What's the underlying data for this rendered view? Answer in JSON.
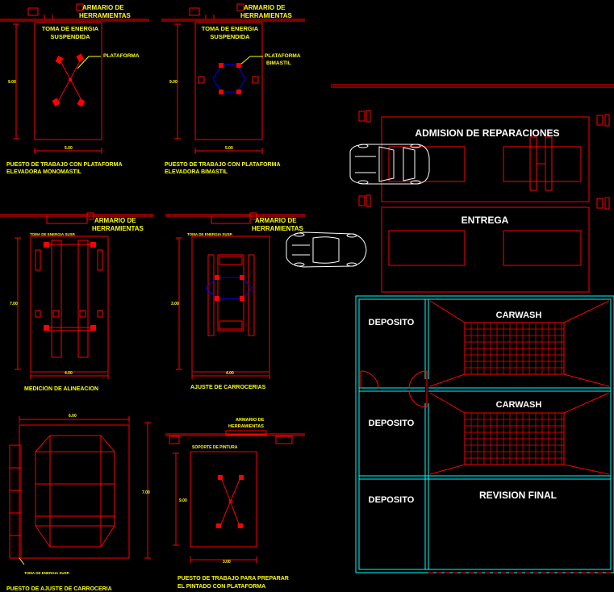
{
  "labels": {
    "armario1": "ARMARIO DE",
    "armario2": "HERRAMIENTAS",
    "toma1": "TOMA DE ENERGIA",
    "toma2": "SUSPENDIDA",
    "plataforma": "PLATAFORMA",
    "plataforma_bimastil_1": "PLATAFORMA",
    "plataforma_bimastil_2": "BIMASTIL",
    "dim_900": "9.00",
    "dim_500": "5.00",
    "dim_700": "7.00",
    "dim_400": "4.00",
    "dim_600": "6.00",
    "dim_300": "3.00",
    "cap_mono_1": "PUESTO DE TRABAJO CON PLATAFORMA",
    "cap_mono_2": "ELEVADORA MONOMASTIL",
    "cap_bi_1": "PUESTO DE TRABAJO CON PLATAFORMA",
    "cap_bi_2": "ELEVADORA BIMASTIL",
    "toma_small": "TOMA DE ENERGIA SUSP.",
    "cap_alineacion": "MEDICION DE ALINEACION",
    "cap_carrocerias": "AJUSTE DE CARROCERIAS",
    "cap_ajuste_carroceria": "PUESTO DE AJUSTE DE CARROCERIA",
    "armario_small1": "ARMARIO DE",
    "armario_small2": "HERRAMIENTAS",
    "soporte_pintura": "SOPORTE DE PINTURA",
    "cap_pintado_1": "PUESTO DE TRABAJO PARA PREPARAR",
    "cap_pintado_2": "EL PINTADO CON PLATAFORMA"
  },
  "rooms": {
    "admision": "ADMISION DE REPARACIONES",
    "entrega": "ENTREGA",
    "deposito": "DEPOSITO",
    "carwash": "CARWASH",
    "revision": "REVISION FINAL"
  },
  "colors": {
    "background": "#000000",
    "linework": "#ff0000",
    "annotation": "#ffff00",
    "walls": "#00ffff",
    "equipment": "#ff0000",
    "room_labels": "#ffffff",
    "car": "#ffffff",
    "hydraulic": "#0000ff"
  }
}
